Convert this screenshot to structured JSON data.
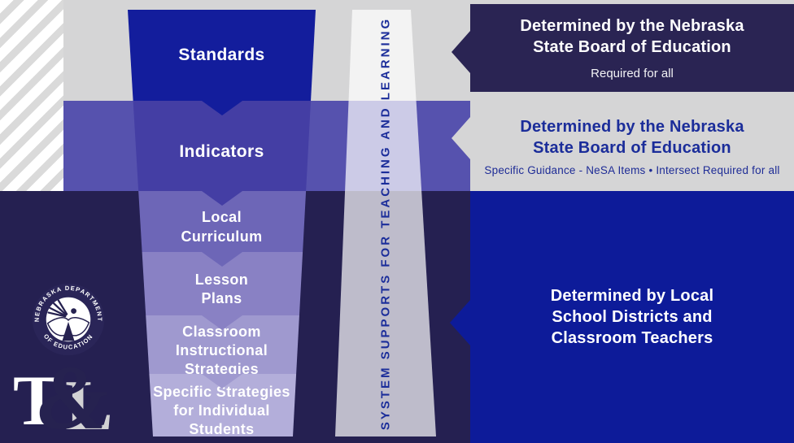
{
  "palette": {
    "band_top_gray": "#d5d5d6",
    "band_mid_blue": "#5652ae",
    "band_bottom_navy": "#252051",
    "panel_navy": "#2a2453",
    "panel_gray": "#d5d5d6",
    "panel_blue": "#0d1b99",
    "funnel_standards_blue": "#131d9c",
    "funnel_indicators_blue": "#443ea4",
    "funnel_local_purple": "#6d66b7",
    "funnel_lesson_purple": "#8981c4",
    "funnel_classroom_purple": "#9f99cf",
    "funnel_specific_purple": "#b3aeda",
    "column_overlay": "rgba(255,255,255,0.70)",
    "column_text_blue": "#1b2d9a",
    "stripe_gray": "#dadada",
    "text_white": "#ffffff"
  },
  "funnel": {
    "sections": [
      {
        "lines": [
          "Standards"
        ]
      },
      {
        "lines": [
          "Indicators"
        ]
      },
      {
        "lines": [
          "Local",
          "Curriculum"
        ]
      },
      {
        "lines": [
          "Lesson",
          "Plans"
        ]
      },
      {
        "lines": [
          "Classroom",
          "Instructional",
          "Strategies"
        ]
      },
      {
        "lines": [
          "Specific Strategies",
          "for Individual",
          "Students"
        ]
      }
    ]
  },
  "column": {
    "label": "SYSTEM SUPPORTS FOR TEACHING AND LEARNING"
  },
  "panels": [
    {
      "title_lines": [
        "Determined by the Nebraska",
        "State Board of Education"
      ],
      "subtitle": "Required for all"
    },
    {
      "title_lines": [
        "Determined by the Nebraska",
        "State Board of Education"
      ],
      "subtitle": "Specific Guidance - NeSA Items • Intersect Required for all"
    },
    {
      "title_lines": [
        "Determined by Local",
        "School Districts and",
        "Classroom Teachers"
      ]
    }
  ],
  "logos": {
    "nde_ring_top": "NEBRASKA DEPARTMENT",
    "nde_ring_bottom": "• OF EDUCATION •",
    "tl_t": "T",
    "tl_amp": "&",
    "tl_l": "L"
  }
}
